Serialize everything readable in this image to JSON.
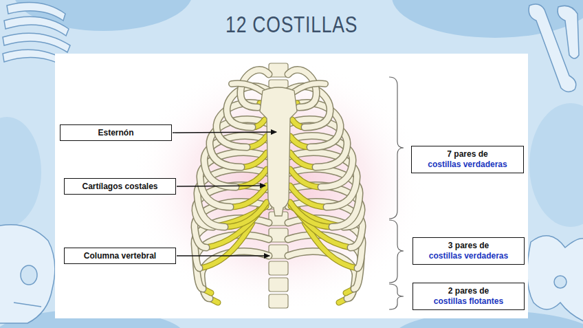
{
  "diagram": {
    "title": "12 COSTILLAS",
    "nodes": [
      {
        "text": [
          "Esternón"
        ]
      },
      {
        "text": [
          "7 pares de",
          "costillas verdaderas"
        ]
      },
      {
        "text": [
          "Cartílagos costales"
        ]
      },
      {
        "text": [
          "3 pares de",
          "costillas verdaderas"
        ]
      },
      {
        "text": [
          "Columna vertebral"
        ]
      },
      {
        "text": [
          "2 pares de",
          "costillas flotantes"
        ]
      }
    ]
  }
}
